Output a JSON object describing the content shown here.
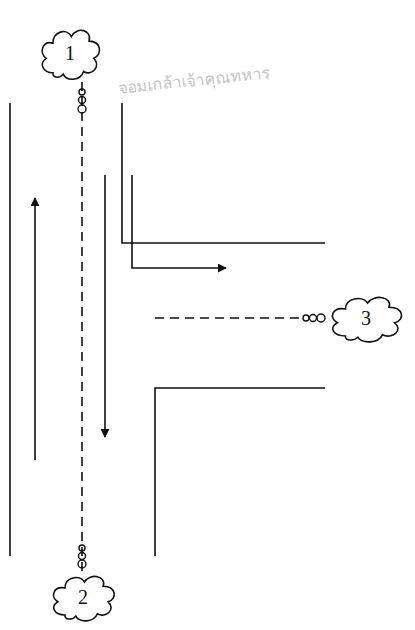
{
  "diagram": {
    "nodes": [
      {
        "text": [
          "1"
        ]
      },
      {
        "text": [
          "2"
        ]
      },
      {
        "text": [
          "3"
        ]
      }
    ],
    "edges": [
      {
        "from": 0,
        "to": 1,
        "arrow": "none"
      }
    ],
    "labels": [
      "จอมเกล้าเจ้าคุณทหาร"
    ]
  }
}
